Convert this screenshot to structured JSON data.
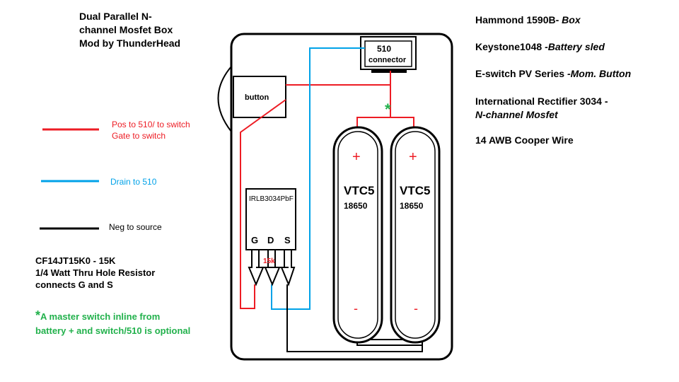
{
  "title": {
    "line1": "Dual Parallel N-",
    "line2": "channel Mosfet Box",
    "line3": "Mod by ThunderHead"
  },
  "parts": [
    {
      "name": "Hammond 1590B-",
      "desc": "Box"
    },
    {
      "name": "Keystone1048",
      "desc": "-Battery sled"
    },
    {
      "name": "E-switch PV Series",
      "desc": "-Mom. Button"
    },
    {
      "name": "International Rectifier 3034 -",
      "desc": "N-channel Mosfet"
    },
    {
      "name": "14 AWB Cooper Wire",
      "desc": ""
    }
  ],
  "legend": [
    {
      "label_line1": "Pos to 510/ to switch",
      "label_line2": "Gate to switch",
      "color": "#ed1c24"
    },
    {
      "label_line1": "Drain to 510",
      "label_line2": "",
      "color": "#00a2e8"
    },
    {
      "label_line1": "Neg to source",
      "label_line2": "",
      "color": "#000000"
    }
  ],
  "resistor_note": {
    "line1": "CF14JT15K0  - 15K",
    "line2": "1/4 Watt Thru Hole Resistor",
    "line3": "connects G and S"
  },
  "switch_note": {
    "star": "*",
    "line1": "A master switch inline from",
    "line2": "battery + and switch/510 is optional"
  },
  "diagram": {
    "connector_line1": "510",
    "connector_line2": "connector",
    "button_label": "button",
    "mosfet_label": "IRLB3034PbF",
    "pins": [
      "G",
      "D",
      "S"
    ],
    "resistor_label": "15k",
    "junction_star": "*",
    "batteries": [
      {
        "plus": "+",
        "name": "VTC5",
        "size": "18650",
        "minus": "-"
      },
      {
        "plus": "+",
        "name": "VTC5",
        "size": "18650",
        "minus": "-"
      }
    ]
  },
  "colors": {
    "red": "#ed1c24",
    "blue": "#00a2e8",
    "black": "#000000",
    "green": "#22b14c"
  }
}
